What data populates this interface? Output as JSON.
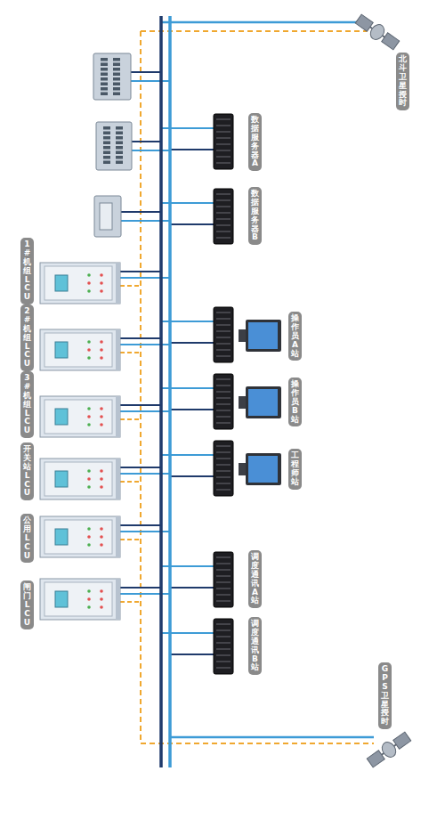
{
  "diagram": {
    "nodes": [
      {
        "text": [
          "北斗卫星授时"
        ]
      },
      {
        "text": [
          "数据服务器A"
        ]
      },
      {
        "text": [
          "数据服务器B"
        ]
      },
      {
        "text": [
          "1#机组LCU"
        ]
      },
      {
        "text": [
          "操作员A站"
        ]
      },
      {
        "text": [
          "2#机组LCU"
        ]
      },
      {
        "text": [
          "操作员B站"
        ]
      },
      {
        "text": [
          "3#机组LCU"
        ]
      },
      {
        "text": [
          "工程师站"
        ]
      },
      {
        "text": [
          "开关站LCU"
        ]
      },
      {
        "text": [
          "公用LCU"
        ]
      },
      {
        "text": [
          "调度通讯A站"
        ]
      },
      {
        "text": [
          "闸门LCU"
        ]
      },
      {
        "text": [
          "调度通讯B站"
        ]
      },
      {
        "text": [
          "GPS卫星授时"
        ]
      }
    ]
  }
}
